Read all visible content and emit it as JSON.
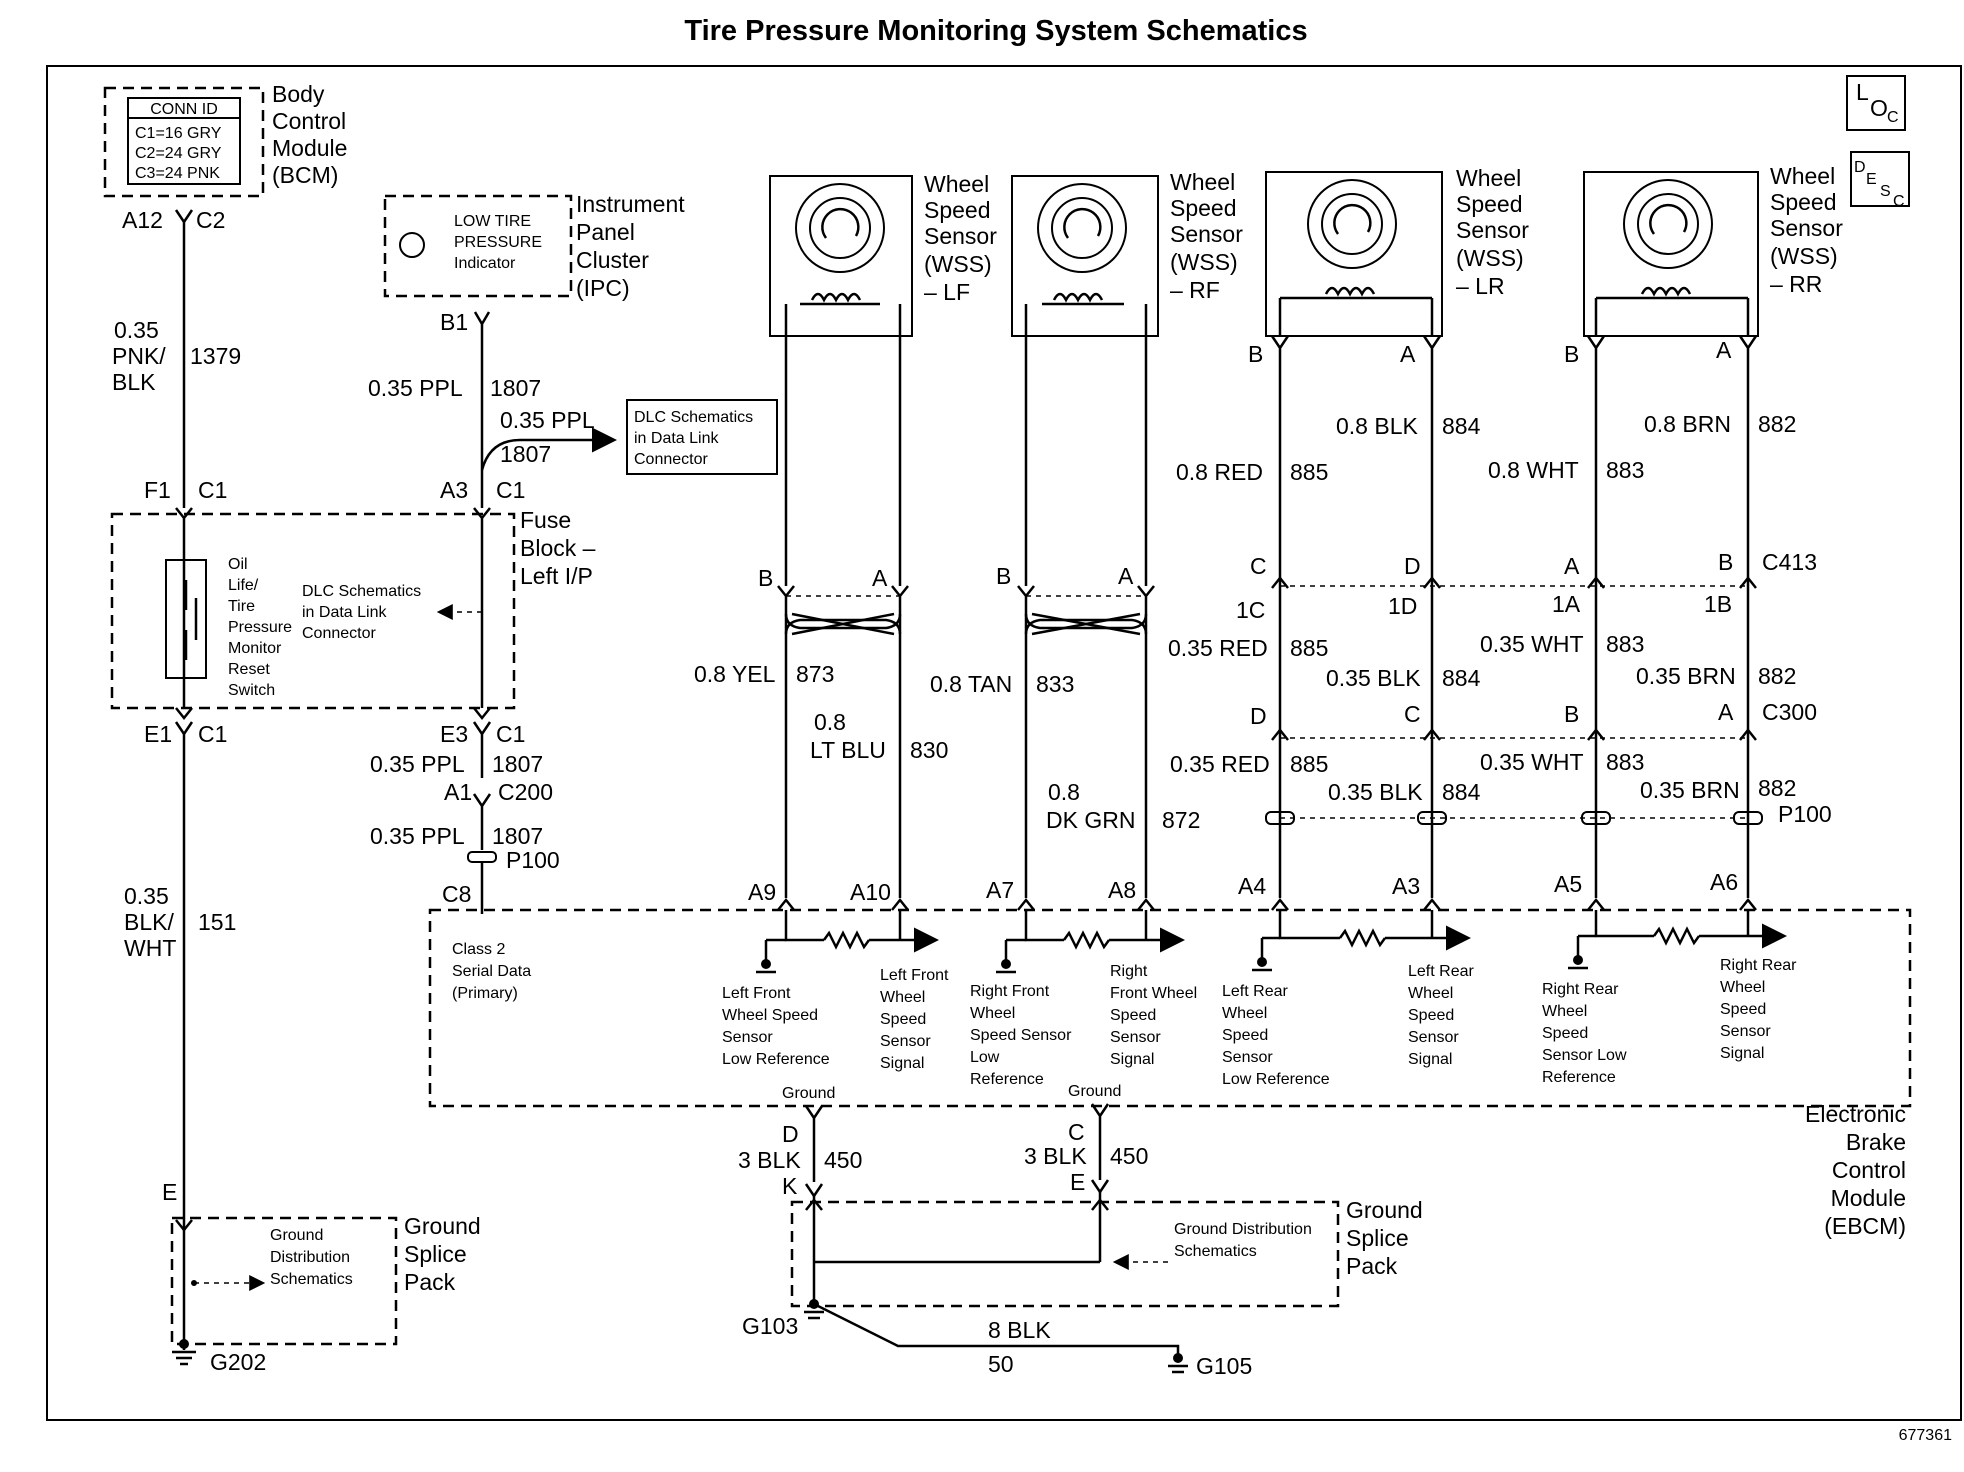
{
  "title": "Tire Pressure Monitoring System Schematics",
  "figure_number": "677361",
  "loc_icon": {
    "a": "L",
    "b": "O",
    "c": "C"
  },
  "desc_icon": {
    "a": "D",
    "b": "E",
    "c": "S",
    "d": "C"
  },
  "bcm": {
    "conn_header": "CONN ID",
    "c1": "C1=16 GRY",
    "c2": "C2=24 GRY",
    "c3": "C3=24 PNK",
    "label": [
      "Body",
      "Control",
      "Module",
      "(BCM)"
    ],
    "pin": "A12",
    "conn": "C2"
  },
  "wire_1379": {
    "size": "0.35",
    "color1": "PNK/",
    "color2": "BLK",
    "circuit": "1379"
  },
  "ipc": {
    "indicator": [
      "LOW TIRE",
      "PRESSURE",
      "Indicator"
    ],
    "label": [
      "Instrument",
      "Panel",
      "Cluster",
      "(IPC)"
    ],
    "pin": "B1"
  },
  "wire_1807_top": {
    "spec": "0.35 PPL",
    "circuit": "1807"
  },
  "dlc_branch": {
    "spec": "0.35 PPL",
    "circuit": "1807"
  },
  "dlc_box": [
    "DLC Schematics",
    "in Data Link",
    "Connector"
  ],
  "fuse_block": {
    "label": [
      "Fuse",
      "Block –",
      "Left I/P"
    ],
    "pin_f1": "F1",
    "conn_c1a": "C1",
    "pin_a3": "A3",
    "conn_c1b": "C1",
    "pin_e1": "E1",
    "conn_c1c": "C1",
    "pin_e3": "E3",
    "conn_c1d": "C1",
    "switch": [
      "Oil",
      "Life/",
      "Tire",
      "Pressure",
      "Monitor",
      "Reset",
      "Switch"
    ],
    "dlc_note": [
      "DLC Schematics",
      "in Data Link",
      "Connector"
    ]
  },
  "wire_1807_lower": {
    "spec": "0.35 PPL",
    "circuit": "1807",
    "pin_a1": "A1",
    "conn_c200": "C200"
  },
  "wire_1807_p100": {
    "spec": "0.35 PPL",
    "circuit": "1807",
    "conn": "P100",
    "pin": "C8"
  },
  "wire_151": {
    "size": "0.35",
    "color1": "BLK/",
    "color2": "WHT",
    "circuit": "151",
    "pin": "E"
  },
  "ground_left": {
    "note": [
      "Ground",
      "Distribution",
      "Schematics"
    ],
    "label": [
      "Ground",
      "Splice",
      "Pack"
    ],
    "ground": "G202"
  },
  "wss": [
    {
      "label": [
        "Wheel",
        "Speed",
        "Sensor",
        "(WSS)",
        "– LF"
      ]
    },
    {
      "label": [
        "Wheel",
        "Speed",
        "Sensor",
        "(WSS)",
        "– RF"
      ]
    },
    {
      "label": [
        "Wheel",
        "Speed",
        "Sensor",
        "(WSS)",
        "– LR"
      ]
    },
    {
      "label": [
        "Wheel",
        "Speed",
        "Sensor",
        "(WSS)",
        "– RR"
      ]
    }
  ],
  "lf": {
    "pin_b": "B",
    "pin_a": "A",
    "w1": "0.8 YEL",
    "c1": "873",
    "w2a": "0.8",
    "w2b": "LT BLU",
    "c2": "830",
    "e1": "A9",
    "e2": "A10"
  },
  "rf": {
    "pin_b": "B",
    "pin_a": "A",
    "w1": "0.8 TAN",
    "c1": "833",
    "w2a": "0.8",
    "w2b": "DK GRN",
    "c2": "872",
    "e1": "A7",
    "e2": "A8"
  },
  "rear": {
    "top_pins": [
      "B",
      "A",
      "B",
      "A"
    ],
    "upper": [
      {
        "w": "0.8 RED",
        "c": "885"
      },
      {
        "w": "0.8 BLK",
        "c": "884"
      },
      {
        "w": "0.8 WHT",
        "c": "883"
      },
      {
        "w": "0.8 BRN",
        "c": "882"
      }
    ],
    "c413_pins": [
      "C",
      "D",
      "A",
      "B"
    ],
    "c413": "C413",
    "c413_inner": [
      "1C",
      "1D",
      "1A",
      "1B"
    ],
    "mid": [
      {
        "w": "0.35 RED",
        "c": "885"
      },
      {
        "w": "0.35 BLK",
        "c": "884"
      },
      {
        "w": "0.35 WHT",
        "c": "883"
      },
      {
        "w": "0.35 BRN",
        "c": "882"
      }
    ],
    "c300_pins": [
      "D",
      "C",
      "B",
      "A"
    ],
    "c300": "C300",
    "low": [
      {
        "w": "0.35 RED",
        "c": "885"
      },
      {
        "w": "0.35 BLK",
        "c": "884"
      },
      {
        "w": "0.35 WHT",
        "c": "883"
      },
      {
        "w": "0.35 BRN",
        "c": "882"
      }
    ],
    "p100": "P100",
    "ebcm_pins": [
      "A4",
      "A3",
      "A5",
      "A6"
    ]
  },
  "ebcm": {
    "label": [
      "Electronic",
      "Brake",
      "Control",
      "Module",
      "(EBCM)"
    ],
    "class2": [
      "Class 2",
      "Serial Data",
      "(Primary)"
    ],
    "lf_low": [
      "Left Front",
      "Wheel Speed",
      "Sensor",
      "Low Reference"
    ],
    "lf_sig": [
      "Left Front",
      "Wheel",
      "Speed",
      "Sensor",
      "Signal"
    ],
    "rf_low": [
      "Right Front",
      "Wheel",
      "Speed Sensor",
      "Low",
      "Reference"
    ],
    "rf_sig": [
      "Right",
      "Front Wheel",
      "Speed",
      "Sensor",
      "Signal"
    ],
    "lr_low": [
      "Left Rear",
      "Wheel",
      "Speed",
      "Sensor",
      "Low Reference"
    ],
    "lr_sig": [
      "Left Rear",
      "Wheel",
      "Speed",
      "Sensor",
      "Signal"
    ],
    "rr_low": [
      "Right Rear",
      "Wheel",
      "Speed",
      "Sensor Low",
      "Reference"
    ],
    "rr_sig": [
      "Right Rear",
      "Wheel",
      "Speed",
      "Sensor",
      "Signal"
    ],
    "ground1": "Ground",
    "ground2": "Ground"
  },
  "ground_center": {
    "w1_pin_top": "D",
    "w1_spec": "3 BLK",
    "w1_circuit": "450",
    "w1_pin_bot": "K",
    "w2_pin_top": "C",
    "w2_spec": "3 BLK",
    "w2_circuit": "450",
    "w2_pin_bot": "E",
    "note": [
      "Ground Distribution",
      "Schematics"
    ],
    "label": [
      "Ground",
      "Splice",
      "Pack"
    ],
    "g103": "G103",
    "g105": "G105",
    "wire_spec": "8 BLK",
    "wire_circuit": "50"
  }
}
